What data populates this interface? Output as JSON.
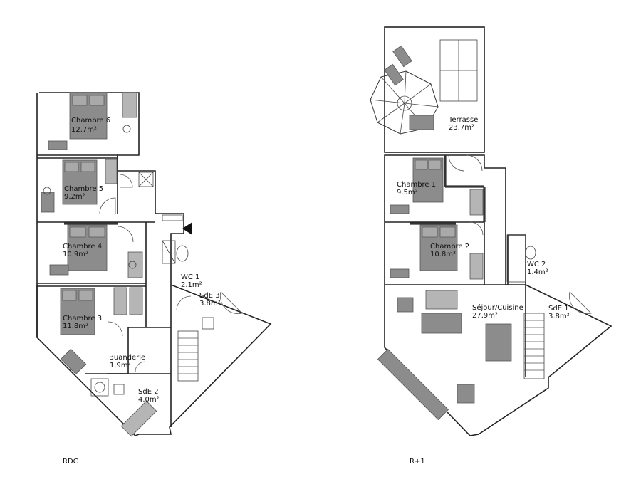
{
  "floors": [
    {
      "label": "RDC",
      "rooms": [
        {
          "name": "Chambre 6",
          "area": "12.7m²"
        },
        {
          "name": "Chambre 5",
          "area": "9.2m²"
        },
        {
          "name": "Chambre 4",
          "area": "10.9m²"
        },
        {
          "name": "Chambre 3",
          "area": "11.8m²"
        },
        {
          "name": "Buanderie",
          "area": "1.9m²"
        },
        {
          "name": "SdE 2",
          "area": "4.0m²"
        },
        {
          "name": "WC 1",
          "area": "2.1m²"
        },
        {
          "name": "SdE 3",
          "area": "3.8m²"
        }
      ]
    },
    {
      "label": "R+1",
      "rooms": [
        {
          "name": "Terrasse",
          "area": "23.7m²"
        },
        {
          "name": "Chambre 1",
          "area": "9.5m²"
        },
        {
          "name": "Chambre 2",
          "area": "10.8m²"
        },
        {
          "name": "WC 2",
          "area": "1.4m²"
        },
        {
          "name": "Séjour/Cuisine",
          "area": "27.9m²"
        },
        {
          "name": "SdE 1",
          "area": "3.8m²"
        }
      ]
    }
  ],
  "icons": {
    "entrance": "entrance-arrow-icon"
  }
}
